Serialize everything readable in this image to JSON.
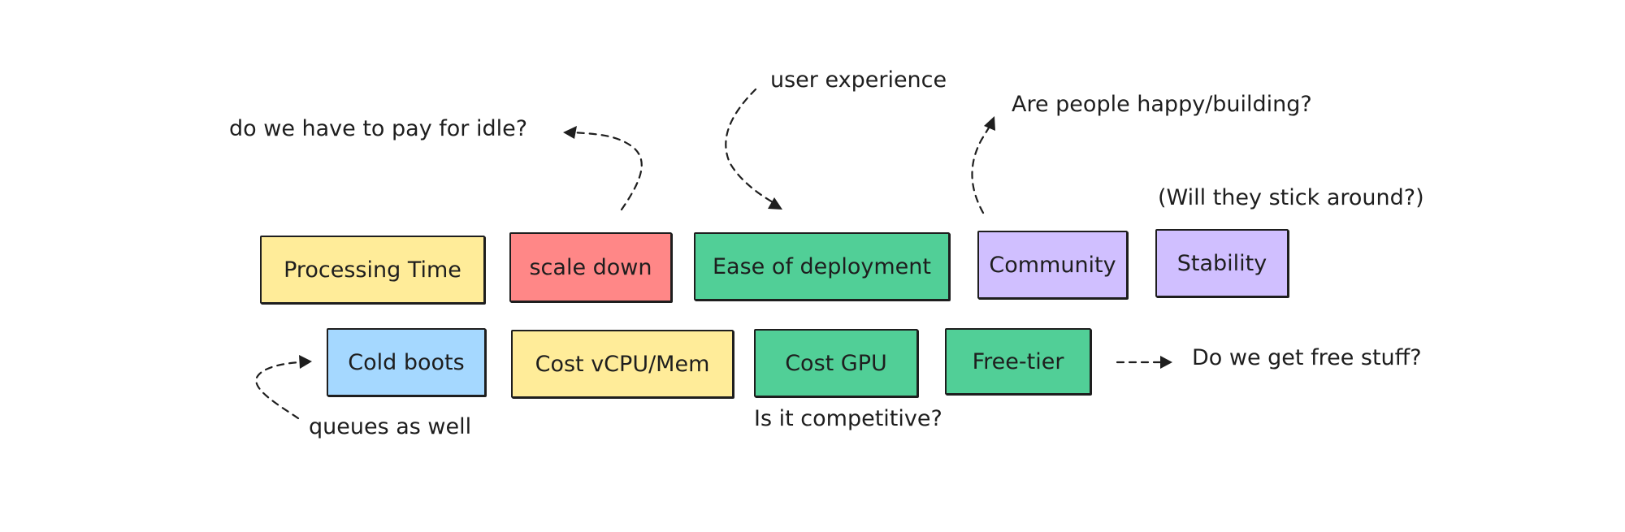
{
  "colors": {
    "yellow": "#ffec99",
    "red": "#ff8787",
    "green": "#51cf97",
    "purple": "#d0bfff",
    "blue": "#a5d8ff"
  },
  "boxes": {
    "processing_time": "Processing Time",
    "scale_down": "scale down",
    "ease_of_deployment": "Ease of deployment",
    "community": "Community",
    "stability": "Stability",
    "cold_boots": "Cold boots",
    "cost_vcpu_mem": "Cost vCPU/Mem",
    "cost_gpu": "Cost GPU",
    "free_tier": "Free-tier"
  },
  "notes": {
    "pay_for_idle": "do we have to pay for idle?",
    "user_experience": "user experience",
    "people_happy": "Are people happy/building?",
    "stick_around": "(Will they stick around?)",
    "free_stuff": "Do we get free stuff?",
    "queues": "queues as well",
    "competitive": "Is it competitive?"
  }
}
